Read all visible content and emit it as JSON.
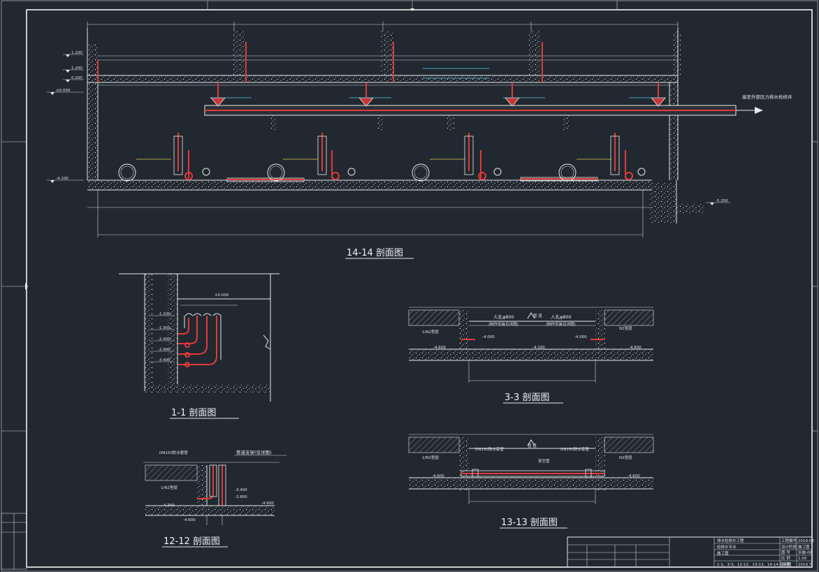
{
  "sections": {
    "s14": {
      "title": "14-14 剖面图",
      "right_note": "接至外部压力排水检修井"
    },
    "s1": {
      "title": "1-1 剖面图"
    },
    "s3": {
      "title": "3-3 剖面图",
      "note_left": "人孔φ800",
      "note_left2": "(制作安装见详图)",
      "note_right": "人孔φ800",
      "note_right2": "(制作安装见详图)",
      "pipe_label": "管 道",
      "fill_left": "1/N2垫层",
      "fill_right": "N2垫层"
    },
    "s13": {
      "title": "13-13 剖面图",
      "label_left": "DN150防水套管",
      "label_right": "DN150防水套管",
      "label_mid": "管 道",
      "label_pipe": "穿空管",
      "fill_left": "1/N2垫层",
      "fill_right": "N2垫层"
    },
    "s12": {
      "title": "12-12 剖面图",
      "label_sleeve": "DN150防水套管",
      "label_detail": "管道支架(见详图)",
      "fill": "1/N2垫层"
    }
  },
  "elevations": {
    "s14": [
      "1.200",
      "1.200",
      "0.200",
      "±0.000",
      "-4.100",
      "-5.200"
    ],
    "s1": [
      "±0.000",
      "-1.100",
      "-1.950",
      "-2.400",
      "-2.900",
      "-3.400"
    ],
    "s3": [
      "-4.000",
      "-4.000",
      "-4.100",
      "-4.600",
      "-4.600"
    ],
    "s13": [
      "-4.600",
      "-4.600"
    ],
    "s12": [
      "-3.400",
      "-3.800",
      "-4.200",
      "-4.600",
      "-4.600"
    ]
  },
  "title_block": {
    "row1": "排水检修井工程",
    "row2": "给排水专业",
    "row3": "施工图",
    "drawing_name": "1-1、3-3、12-12、13-13、14-14 剖面图",
    "right_labels": [
      "工程编号",
      "设计阶段",
      "图 号",
      "比 例",
      "日 期"
    ],
    "right_values": [
      "2019-08",
      "施工图",
      "水施-06",
      "1:50",
      "2019.7"
    ]
  },
  "colors": {
    "background": "#212830",
    "line": "#e8e8e8",
    "pipe": "#e23a3a",
    "accent": "#59c8e6"
  }
}
